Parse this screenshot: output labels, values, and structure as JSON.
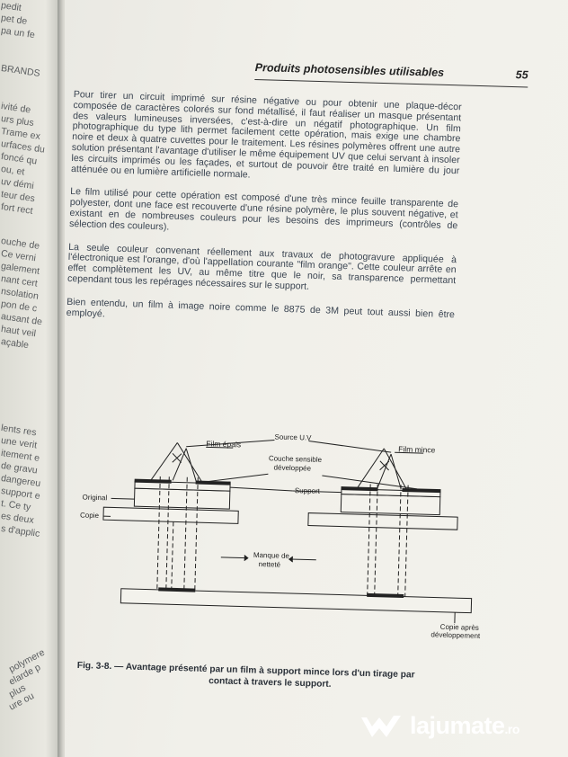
{
  "left_page": {
    "lines": [
      "pedit",
      "pet de",
      "pa un fe",
      "BRANDS",
      "ivité de",
      "urs plus",
      "Trame ex",
      "urfaces du",
      "foncé qu",
      "ou, et",
      "uv démi",
      "teur des",
      "fort rect",
      "ouche de",
      "Ce verni",
      "galement",
      "nant cert",
      "nsolation",
      "pon de c",
      "ausant de",
      "haut veil",
      "açable",
      "lents res",
      "une verit",
      "itement e",
      "de gravu",
      "dangereu",
      "support e",
      "t. Ce ty",
      "es deux",
      "s d'applic",
      "polymere",
      "elarde p",
      "plus",
      "ure ou"
    ]
  },
  "header": {
    "title": "Produits photosensibles utilisables",
    "page_number": "55"
  },
  "paragraphs": [
    "Pour tirer un circuit imprimé sur résine négative ou pour obtenir une plaque-décor composée de caractères colorés sur fond métallisé, il faut réaliser un masque présentant des valeurs lumineuses inversées, c'est-à-dire un négatif photographique. Un film photographique du type lith permet facilement cette opération, mais exige une chambre noire et deux à quatre cuvettes pour le traitement. Les résines polymères offrent une autre solution présentant l'avantage d'utiliser le même équipement UV que celui servant à insoler les circuits imprimés ou les façades, et surtout de pouvoir être traité en lumière du jour atténuée ou en lumière artificielle normale.",
    "Le film utilisé pour cette opération est composé d'une très mince feuille transparente de polyester, dont une face est recouverte d'une résine polymère, le plus souvent négative, et existant en de nombreuses couleurs pour les besoins des imprimeurs (contrôles de sélection des couleurs).",
    "La seule couleur convenant réellement aux travaux de photogravure appliquée à l'électronique est l'orange, d'où l'appellation courante \"film orange\". Cette couleur arrête en effet complètement les UV, au même titre que le noir, sa transparence permettant cependant tous les repérages nécessaires sur le support.",
    "Bien entendu, un film à image noire comme le 8875 de 3M peut tout aussi bien être employé."
  ],
  "figure": {
    "labels": {
      "film_thick": "Film épais",
      "uv_source": "Source U.V",
      "film_thin": "Film mince",
      "sensitive_layer_1": "Couche sensible",
      "sensitive_layer_2": "développée",
      "original": "Original",
      "support": "Support",
      "copy": "Copie",
      "sharpness_1": "Manque de",
      "sharpness_2": "netteté",
      "copy_after_1": "Copie après",
      "copy_after_2": "développement"
    }
  },
  "caption": {
    "line1": "Fig. 3-8. — Avantage présenté par un film à support mince lors d'un tirage par",
    "line2": "contact à travers le support."
  },
  "watermark": {
    "brand": "lajumate",
    "tld": ".ro"
  },
  "colors": {
    "ink": "#3b4552",
    "paper": "#f1f0ea",
    "background": "#6f7274"
  }
}
